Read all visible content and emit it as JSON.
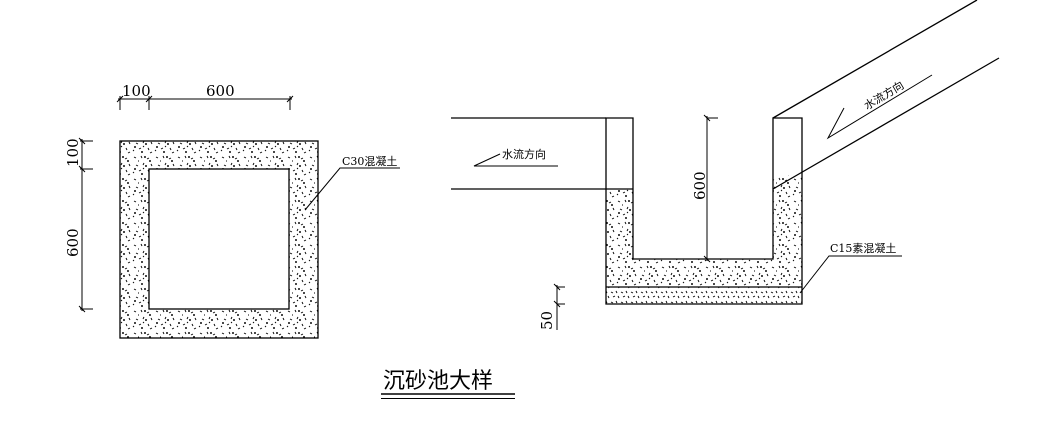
{
  "title": "沉砂池大样",
  "plan_view": {
    "dim_top_wall": "100",
    "dim_top_inner": "600",
    "dim_left_wall": "100",
    "dim_left_inner": "600",
    "material_label": "C30混凝土"
  },
  "section_view": {
    "depth_dim": "600",
    "base_dim": "50",
    "inlet_flow_label": "水流方向",
    "outlet_flow_label": "水流方向",
    "base_material_label": "C15素混凝土"
  }
}
